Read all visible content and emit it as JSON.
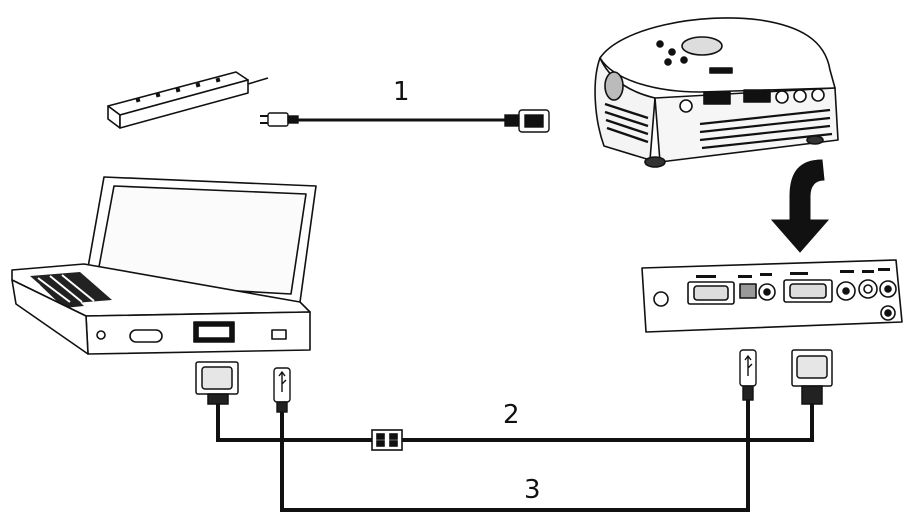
{
  "callouts": {
    "power_cord": "1",
    "vga_cable": "2",
    "usb_cable": "3"
  },
  "colors": {
    "line": "#111111",
    "fill": "#ffffff",
    "shade": "#3a3a3a",
    "dark": "#1a1a1a"
  }
}
